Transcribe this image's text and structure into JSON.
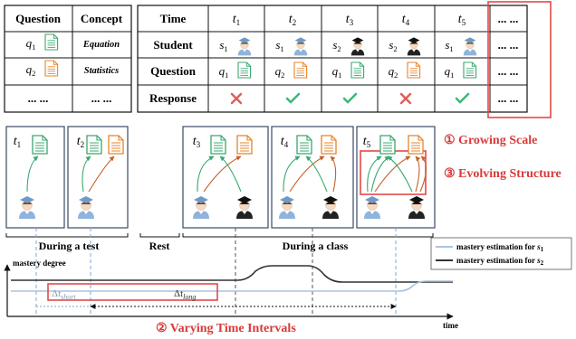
{
  "concept_table": {
    "headers": [
      "Question",
      "Concept"
    ],
    "rows": [
      {
        "q": "q",
        "sub": "1",
        "concept": "Equation"
      },
      {
        "q": "q",
        "sub": "2",
        "concept": "Statistics"
      },
      {
        "q": "... ...",
        "sub": "",
        "concept": "... ..."
      }
    ]
  },
  "interaction_table": {
    "row_labels": [
      "Time",
      "Student",
      "Question",
      "Response"
    ],
    "times": [
      {
        "t": "t",
        "sub": "1"
      },
      {
        "t": "t",
        "sub": "2"
      },
      {
        "t": "t",
        "sub": "3"
      },
      {
        "t": "t",
        "sub": "4"
      },
      {
        "t": "t",
        "sub": "5"
      }
    ],
    "students": [
      {
        "s": "s",
        "sub": "1",
        "avatar": "student-light"
      },
      {
        "s": "s",
        "sub": "1",
        "avatar": "student-light"
      },
      {
        "s": "s",
        "sub": "2",
        "avatar": "student-dark"
      },
      {
        "s": "s",
        "sub": "2",
        "avatar": "student-dark"
      },
      {
        "s": "s",
        "sub": "1",
        "avatar": "student-light"
      }
    ],
    "questions": [
      {
        "q": "q",
        "sub": "1",
        "doc": "green"
      },
      {
        "q": "q",
        "sub": "2",
        "doc": "orange"
      },
      {
        "q": "q",
        "sub": "1",
        "doc": "green"
      },
      {
        "q": "q",
        "sub": "2",
        "doc": "orange"
      },
      {
        "q": "q",
        "sub": "1",
        "doc": "green"
      }
    ],
    "responses": [
      "wrong",
      "correct",
      "correct",
      "wrong",
      "correct"
    ],
    "ellipsis": "... ..."
  },
  "panels": [
    {
      "t": "t",
      "sub": "1"
    },
    {
      "t": "t",
      "sub": "2"
    },
    {
      "t": "t",
      "sub": "3"
    },
    {
      "t": "t",
      "sub": "4"
    },
    {
      "t": "t",
      "sub": "5"
    }
  ],
  "callouts": {
    "growing_scale": "① Growing Scale",
    "evolving_structure": "③ Evolving Structure",
    "varying_intervals": "② Varying Time Intervals"
  },
  "phases": [
    "During a test",
    "Rest",
    "During a class"
  ],
  "legend": [
    {
      "label": "mastery estimation for",
      "s": "s",
      "sub": "1",
      "color": "#a9c4e0"
    },
    {
      "label": "mastery estimation for",
      "s": "s",
      "sub": "2",
      "color": "#333333"
    }
  ],
  "axes": {
    "y_label": "mastery degree",
    "x_label": "time"
  },
  "intervals": {
    "short": {
      "delta": "Δt",
      "sub": "short"
    },
    "long": {
      "delta": "Δt",
      "sub": "long"
    }
  },
  "colors": {
    "green": "#3aa86f",
    "orange": "#e8842a",
    "red": "#e24a4a",
    "check": "#3cb878",
    "cross": "#e0605a",
    "panel_border": "#3b4a66",
    "light_curve": "#a9c4e0",
    "dark_curve": "#333333",
    "dashed_light": "#7fa7cc"
  }
}
